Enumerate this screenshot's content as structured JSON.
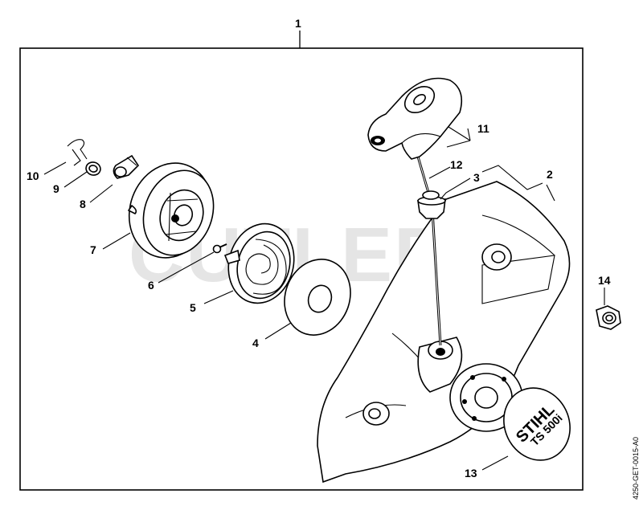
{
  "diagram": {
    "watermark": "CUTLER'S",
    "drawing_code": "4250-GET-0015-A0",
    "cover_logo": {
      "brand": "STIHL",
      "model": "TS 500i"
    },
    "part_numbers": {
      "p1": "1",
      "p2": "2",
      "p3": "3",
      "p4": "4",
      "p5": "5",
      "p6": "6",
      "p7": "7",
      "p8": "8",
      "p9": "9",
      "p10": "10",
      "p11": "11",
      "p12": "12",
      "p13": "13",
      "p14": "14"
    }
  }
}
